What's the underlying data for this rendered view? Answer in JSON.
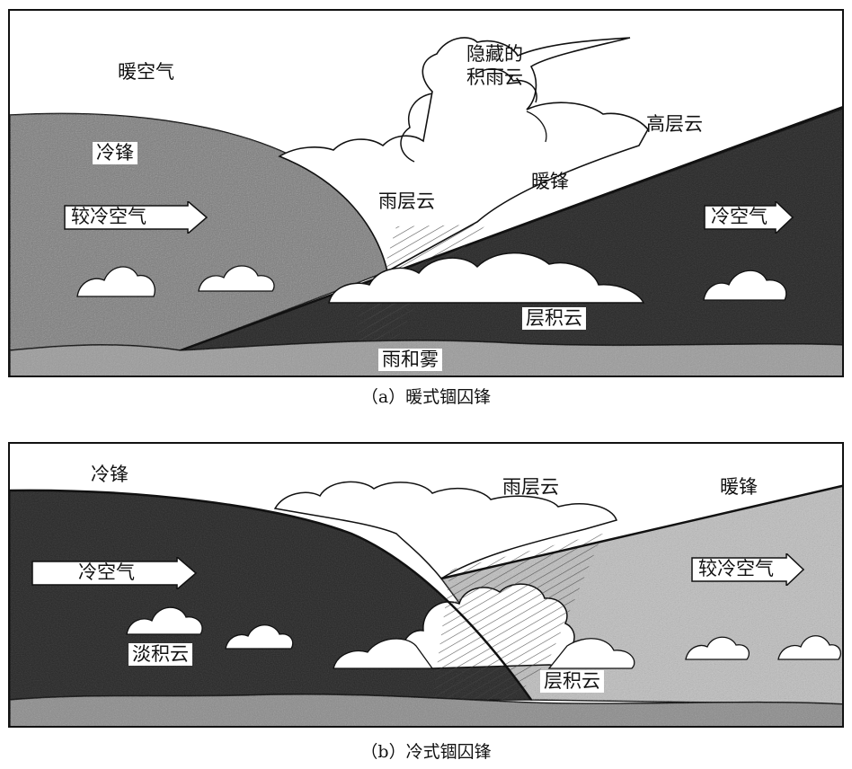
{
  "panel_a": {
    "warm_air": "暖空气",
    "cold_front": "冷锋",
    "cooler_air": "较冷空气",
    "hidden_cb_line1": "隐藏的",
    "hidden_cb_line2": "积雨云",
    "altostratus": "高层云",
    "nimbostratus": "雨层云",
    "warm_front": "暖锋",
    "cold_air": "冷空气",
    "stratocumulus": "层积云",
    "rain_fog": "雨和雾",
    "caption": "（a）暖式锢囚锋"
  },
  "panel_b": {
    "cold_front": "冷锋",
    "nimbostratus": "雨层云",
    "warm_front": "暖锋",
    "cold_air": "冷空气",
    "cooler_air": "较冷空气",
    "cumulus_humilis": "淡积云",
    "stratocumulus": "层积云",
    "caption": "（b）冷式锢囚锋"
  },
  "colors": {
    "dark_mass": "#2a2a2a",
    "medium_mass": "#6e6e6e",
    "light_mass": "#c9c9c9",
    "outline": "#111111"
  }
}
